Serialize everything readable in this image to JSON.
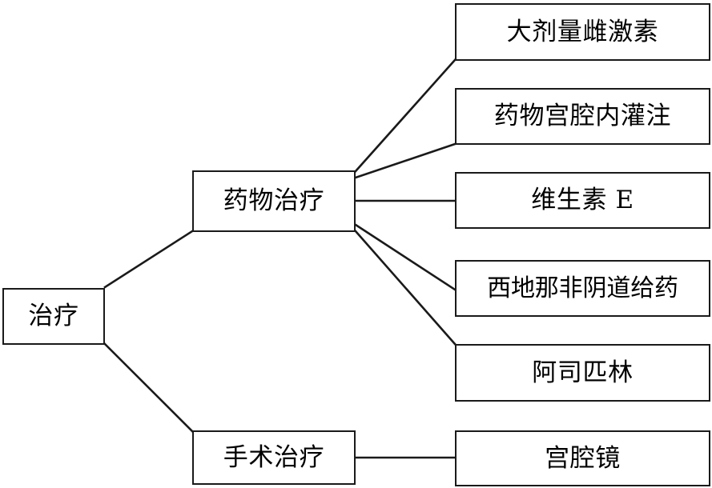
{
  "diagram": {
    "type": "tree",
    "title_text": "治疗",
    "orientation": "left-to-right",
    "colors": {
      "stroke": "#1a1a1a",
      "fill": "#ffffff",
      "text": "#000000"
    },
    "root": {
      "id": "root",
      "label": "治疗"
    },
    "branches": [
      {
        "id": "drug-therapy",
        "label": "药物治疗",
        "children": [
          {
            "id": "high-dose-estrogen",
            "label": "大剂量雌激素"
          },
          {
            "id": "intrauterine-drug-perfusion",
            "label": "药物宫腔内灌注"
          },
          {
            "id": "vitamin-e",
            "label": "维生素 E"
          },
          {
            "id": "vaginal-sildenafil",
            "label": "西地那非阴道给药"
          },
          {
            "id": "aspirin",
            "label": "阿司匹林"
          }
        ]
      },
      {
        "id": "surgical-therapy",
        "label": "手术治疗",
        "children": [
          {
            "id": "hysteroscopy",
            "label": "宫腔镜"
          }
        ]
      }
    ]
  }
}
